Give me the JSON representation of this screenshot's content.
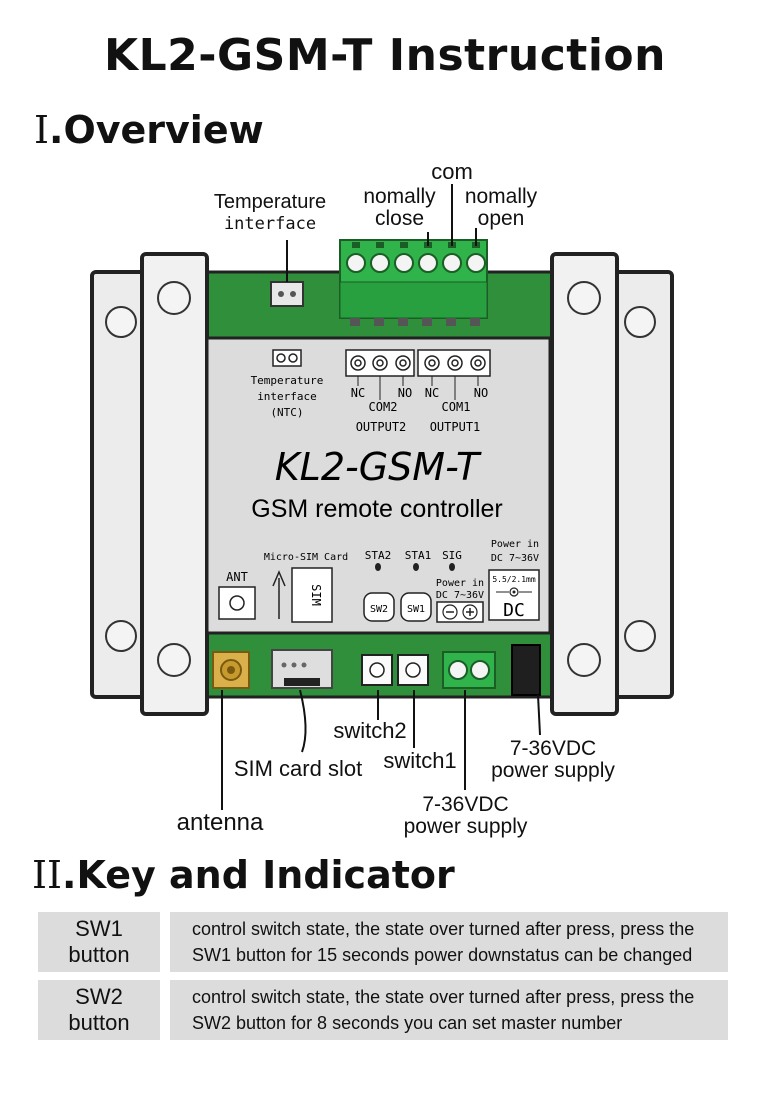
{
  "title": "KL2-GSM-T Instruction",
  "section1": {
    "numeral": "I",
    "label": ".Overview"
  },
  "section2": {
    "numeral": "II",
    "label": ".Key and Indicator"
  },
  "callouts": {
    "temperature_interface": [
      "Temperature",
      "interface"
    ],
    "com": "com",
    "normally_close": [
      "nomally",
      "close"
    ],
    "normally_open": [
      "nomally",
      "open"
    ],
    "switch2": "switch2",
    "switch1": "switch1",
    "sim_card_slot": "SIM card slot",
    "antenna": "antenna",
    "power_supply_right": [
      "7-36VDC",
      "power supply"
    ],
    "power_supply_center": [
      "7-36VDC",
      "power supply"
    ]
  },
  "label_panel": {
    "model": "KL2-GSM-T",
    "subtitle": "GSM remote controller",
    "temp_block": [
      "Temperature",
      "interface",
      "(NTC)"
    ],
    "nc": "NC",
    "no": "NO",
    "com2": "COM2",
    "com1": "COM1",
    "output2": "OUTPUT2",
    "output1": "OUTPUT1",
    "ant": "ANT",
    "micro_sim": "Micro-SIM Card",
    "sim": "SIM",
    "sta2": "STA2",
    "sta1": "STA1",
    "sig": "SIG",
    "power_in_top": [
      "Power in",
      "DC 7~36V"
    ],
    "power_in_bottom": [
      "Power in",
      "DC 7~36V"
    ],
    "plug_size": "5.5/2.1mm",
    "dc": "DC",
    "sw2": "SW2",
    "sw1": "SW1"
  },
  "keys": [
    {
      "name": [
        "SW1",
        "button"
      ],
      "desc": [
        "control switch state, the state over turned after press, press the",
        "SW1 button for 15 seconds power downstatus can be changed"
      ]
    },
    {
      "name": [
        "SW2",
        "button"
      ],
      "desc": [
        "control switch state, the state over turned after press, press the",
        "SW2 button for 8 seconds you can set master number"
      ]
    }
  ],
  "colors": {
    "green": "#2f8f3a",
    "terminal_green": "#2fb34a",
    "panel": "#dcdcdc",
    "bracket": "#f1f1f1"
  }
}
